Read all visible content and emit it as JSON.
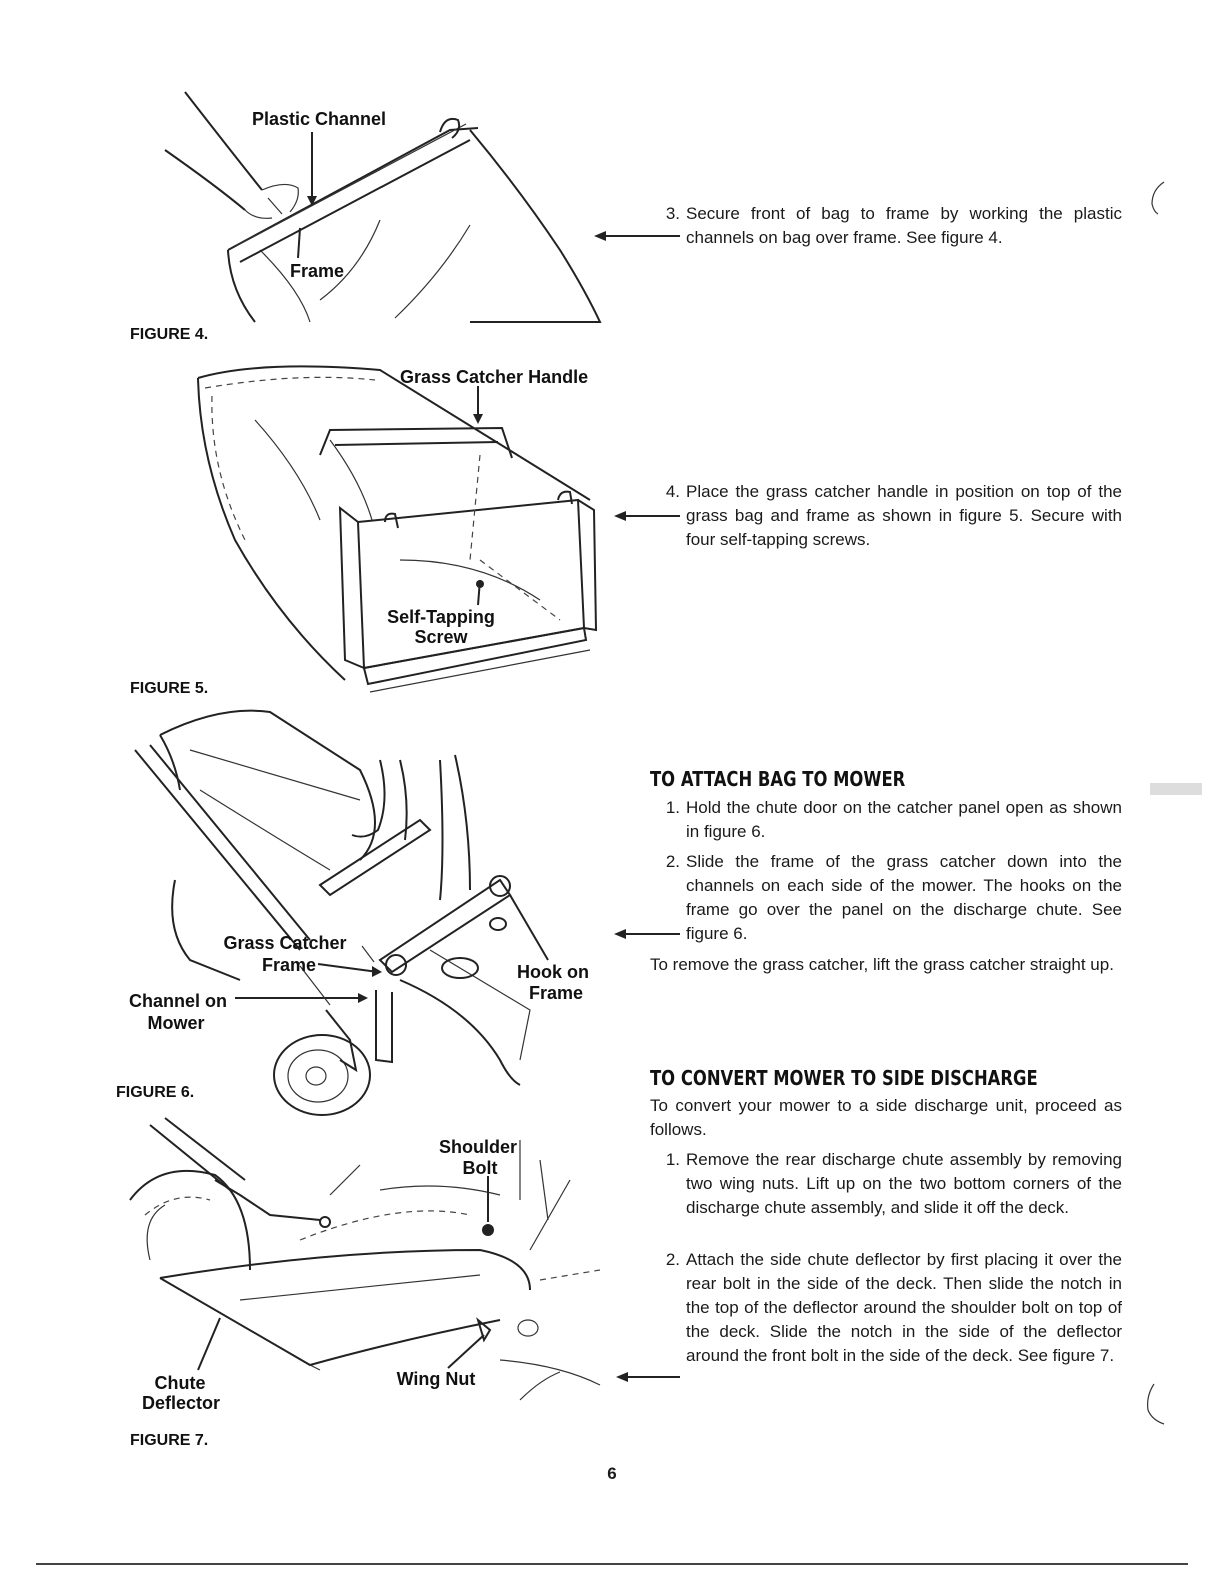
{
  "figures": {
    "fig4": {
      "caption": "FIGURE 4.",
      "labels": {
        "plastic_channel": "Plastic Channel",
        "frame": "Frame"
      }
    },
    "fig5": {
      "caption": "FIGURE 5.",
      "labels": {
        "handle": "Grass Catcher Handle",
        "screw_line1": "Self-Tapping",
        "screw_line2": "Screw"
      }
    },
    "fig6": {
      "caption": "FIGURE 6.",
      "labels": {
        "frame_line1": "Grass Catcher",
        "frame_line2": "Frame",
        "channel_line1": "Channel on",
        "channel_line2": "Mower",
        "hook_line1": "Hook on",
        "hook_line2": "Frame"
      }
    },
    "fig7": {
      "caption": "FIGURE 7.",
      "labels": {
        "shoulder_line1": "Shoulder",
        "shoulder_line2": "Bolt",
        "chute_line1": "Chute",
        "chute_line2": "Deflector",
        "wing_nut": "Wing Nut"
      }
    }
  },
  "steps_top": [
    {
      "num": "3.",
      "text": "Secure front of bag to frame by working the plastic channels on bag over frame. See figure 4."
    },
    {
      "num": "4.",
      "text": "Place the grass catcher handle in position on top of the grass bag and frame as shown in figure 5. Secure with four self-tapping screws."
    }
  ],
  "attach_section": {
    "heading": "TO ATTACH BAG TO MOWER",
    "steps": [
      {
        "num": "1.",
        "text": "Hold the chute door on the catcher panel open as shown in figure 6."
      },
      {
        "num": "2.",
        "text": "Slide the frame of the grass catcher down into the channels on each side of the mower. The hooks on the frame go over the panel on the discharge chute. See figure 6."
      }
    ],
    "note": "To remove the grass catcher, lift the grass catcher straight up."
  },
  "convert_section": {
    "heading": "TO CONVERT MOWER TO SIDE DISCHARGE",
    "intro": "To convert your mower to a side discharge unit, proceed as follows.",
    "steps": [
      {
        "num": "1.",
        "text": "Remove the rear discharge chute assembly by removing two wing nuts. Lift up on the two bottom corners of the discharge chute assembly, and slide it off the deck."
      },
      {
        "num": "2.",
        "text": "Attach the side chute deflector by first placing it over the rear bolt in the side of the deck. Then slide the notch in the top of the deflector around the shoulder bolt on top of the deck. Slide the notch in the side of the deflector around the front bolt in the side of the deck. See figure 7."
      }
    ]
  },
  "page_number": "6"
}
